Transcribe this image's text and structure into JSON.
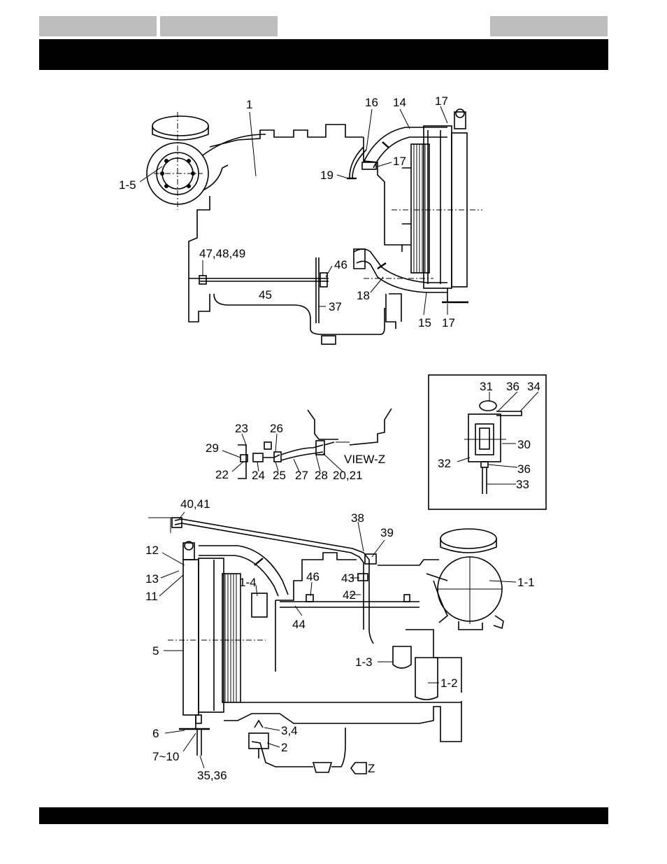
{
  "header": {
    "tabs": [
      "",
      "",
      ""
    ]
  },
  "figure": {
    "callouts_top": {
      "c1": "1",
      "c1_5": "1-5",
      "c16": "16",
      "c14": "14",
      "c17a": "17",
      "c17b": "17",
      "c19": "19",
      "c47": "47,48,49",
      "c46": "46",
      "c45": "45",
      "c18": "18",
      "c37": "37",
      "c15": "15",
      "c17c": "17"
    },
    "callouts_viewz": {
      "c23": "23",
      "c26": "26",
      "c29": "29",
      "c22": "22",
      "c24": "24",
      "c25": "25",
      "c27": "27",
      "c28": "28",
      "c20": "20,21",
      "view_label": "VIEW-Z"
    },
    "callouts_inset": {
      "c31": "31",
      "c36a": "36",
      "c34": "34",
      "c30": "30",
      "c32": "32",
      "c36b": "36",
      "c33": "33"
    },
    "callouts_bottom": {
      "c40": "40,41",
      "c38": "38",
      "c39": "39",
      "c12": "12",
      "c13": "13",
      "c11": "11",
      "c46": "46",
      "c43": "43",
      "c1_4": "1-4",
      "c42": "42",
      "c1_1": "1-1",
      "c44": "44",
      "c5": "5",
      "c1_3": "1-3",
      "c1_2": "1-2",
      "c6": "6",
      "c3": "3,4",
      "c2": "2",
      "c7": "7~10",
      "c35": "35,36",
      "cz": "Z"
    }
  }
}
